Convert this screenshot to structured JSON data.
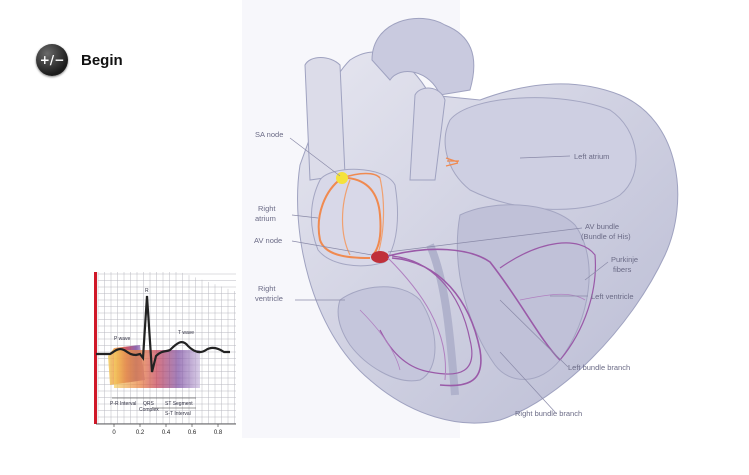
{
  "begin_button": {
    "icon_text": "+/−",
    "label": "Begin"
  },
  "heart_labels": {
    "sa_node": "SA node",
    "right_atrium_1": "Right",
    "right_atrium_2": "atrium",
    "av_node": "AV node",
    "right_ventricle_1": "Right",
    "right_ventricle_2": "ventricle",
    "left_atrium": "Left atrium",
    "av_bundle_1": "AV bundle",
    "av_bundle_2": "(Bundle of His)",
    "purkinje_1": "Purkinje",
    "purkinje_2": "fibers",
    "left_ventricle": "Left ventricle",
    "left_bundle_branch": "Left bundle branch",
    "right_bundle_branch": "Right bundle branch"
  },
  "ecg": {
    "p_wave": "P wave",
    "r_peak": "R",
    "t_wave": "T wave",
    "pr_interval": "P-R Interval",
    "qrs_1": "QRS",
    "qrs_2": "Complex",
    "st_segment": "ST Segment",
    "st_interval": "S-T Interval",
    "ticks": [
      "0",
      "0.2",
      "0.4",
      "0.6",
      "0.8"
    ]
  },
  "colors": {
    "sa_node": "#f5e23a",
    "conduction": "#f08a50",
    "av_node": "#c0303a",
    "purkinje": "#9a5aa8",
    "heart_fill": "#d2d3e4",
    "ecg_red_bar": "#d01828"
  }
}
